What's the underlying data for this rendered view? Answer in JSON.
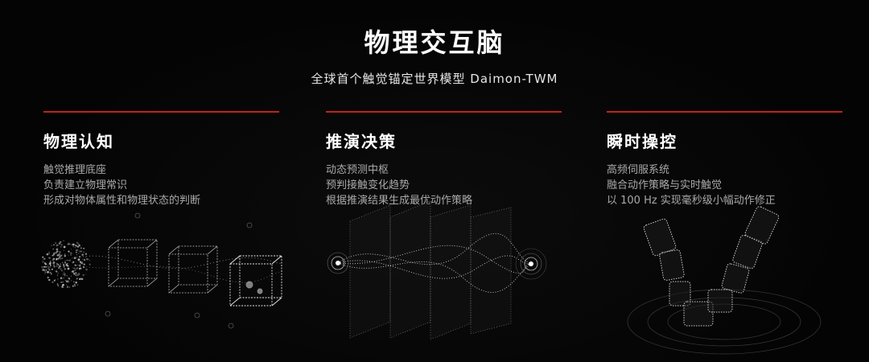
{
  "header": {
    "title": "物理交互脑",
    "subtitle": "全球首个触觉锚定世界模型 Daimon-TWM"
  },
  "columns": [
    {
      "heading": "物理认知",
      "lines": [
        "触觉推理底座",
        "负责建立物理常识",
        "形成对物体属性和物理状态的判断"
      ]
    },
    {
      "heading": "推演决策",
      "lines": [
        "动态预测中枢",
        "预判接触变化趋势",
        "根据推演结果生成最优动作策略"
      ]
    },
    {
      "heading": "瞬时操控",
      "lines": [
        "高频伺服系统",
        "融合动作策略与实时触觉",
        "以 100 Hz 实现毫秒级小幅动作修正"
      ]
    }
  ],
  "colors": {
    "accent": "#c0231e",
    "background": "#050505",
    "text": "#ffffff",
    "muted": "#a9a9a9"
  },
  "illustrations": [
    "particle-cube-sequence",
    "particle-panel-flow",
    "particle-robot-hand"
  ]
}
